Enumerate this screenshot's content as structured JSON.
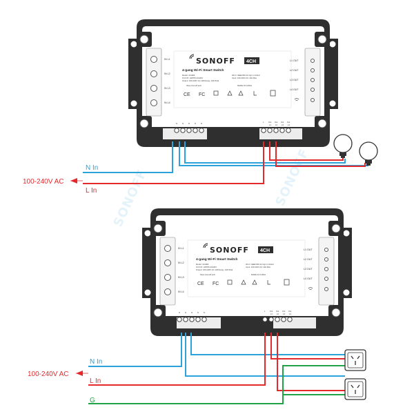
{
  "device": {
    "brand": "SONOFF",
    "badge": "4CH",
    "model_line": "4-gang Wi-Fi Smart Switch",
    "spec_left": [
      "Model: 4CHR3",
      "FCC ID: 2APN5-4CHR3",
      "Output: 100-240V AC 10A/Gang, 10A/Total"
    ],
    "spec_right": [
      "Wi-Fi: IEEE 802.11 b/g/n 2.4GHz",
      "Input: 100-240V AC 10A Max"
    ],
    "website": "https://sonoff.tech",
    "made_in": "MADE IN CHINA",
    "button_labels": [
      "IN L1",
      "IN L2",
      "IN L3",
      "IN L4"
    ],
    "output_labels": [
      "L1 OUT",
      "L2 OUT",
      "L3 OUT",
      "L4 OUT"
    ],
    "bottom_left_terminals": [
      "N",
      "N",
      "N",
      "N",
      "N"
    ],
    "bottom_right_terminals": [
      "L",
      "Out",
      "Out",
      "Out",
      "Out"
    ],
    "bottom_right_subs": [
      "",
      "L1",
      "L2",
      "L3",
      "L4"
    ]
  },
  "diagram_top": {
    "supply_label": "100-240V AC",
    "n_label": "N In",
    "l_label": "L In"
  },
  "diagram_bottom": {
    "supply_label": "100-240V AC",
    "n_label": "N In",
    "l_label": "L In",
    "g_label": "G"
  },
  "watermark": "SONOFF",
  "colors": {
    "neutral": "#29a3da",
    "live": "#e3292c",
    "ground": "#20a245",
    "supply_text": "#e3292c",
    "device_body": "#2f2f2f"
  }
}
